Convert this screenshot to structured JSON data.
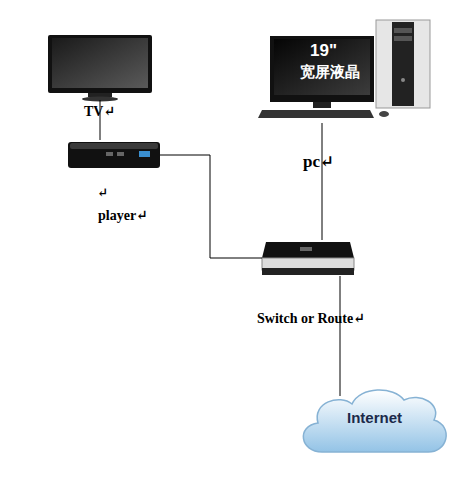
{
  "diagram": {
    "nodes": [
      {
        "text": [
          "TV↵"
        ]
      },
      {
        "text": [
          "19\"",
          "宽屏液晶",
          "pc↵"
        ]
      },
      {
        "text": [
          "player↵"
        ]
      },
      {
        "text": [
          "Switch or Route↵"
        ]
      },
      {
        "text": [
          "Internet"
        ]
      }
    ],
    "edges": [
      {
        "from": 0,
        "to": 2,
        "arrow": "none"
      },
      {
        "from": 2,
        "to": 3,
        "arrow": "none"
      },
      {
        "from": 1,
        "to": 3,
        "arrow": "none"
      },
      {
        "from": 3,
        "to": 4,
        "arrow": "none"
      }
    ],
    "labels": [
      "↵"
    ]
  }
}
